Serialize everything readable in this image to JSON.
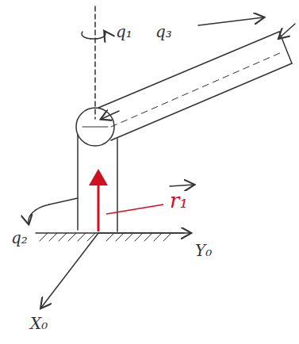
{
  "diagram": {
    "labels": [
      "q₁",
      "q₃",
      "q₂",
      "Y₀",
      "X₀",
      "r₁"
    ]
  }
}
